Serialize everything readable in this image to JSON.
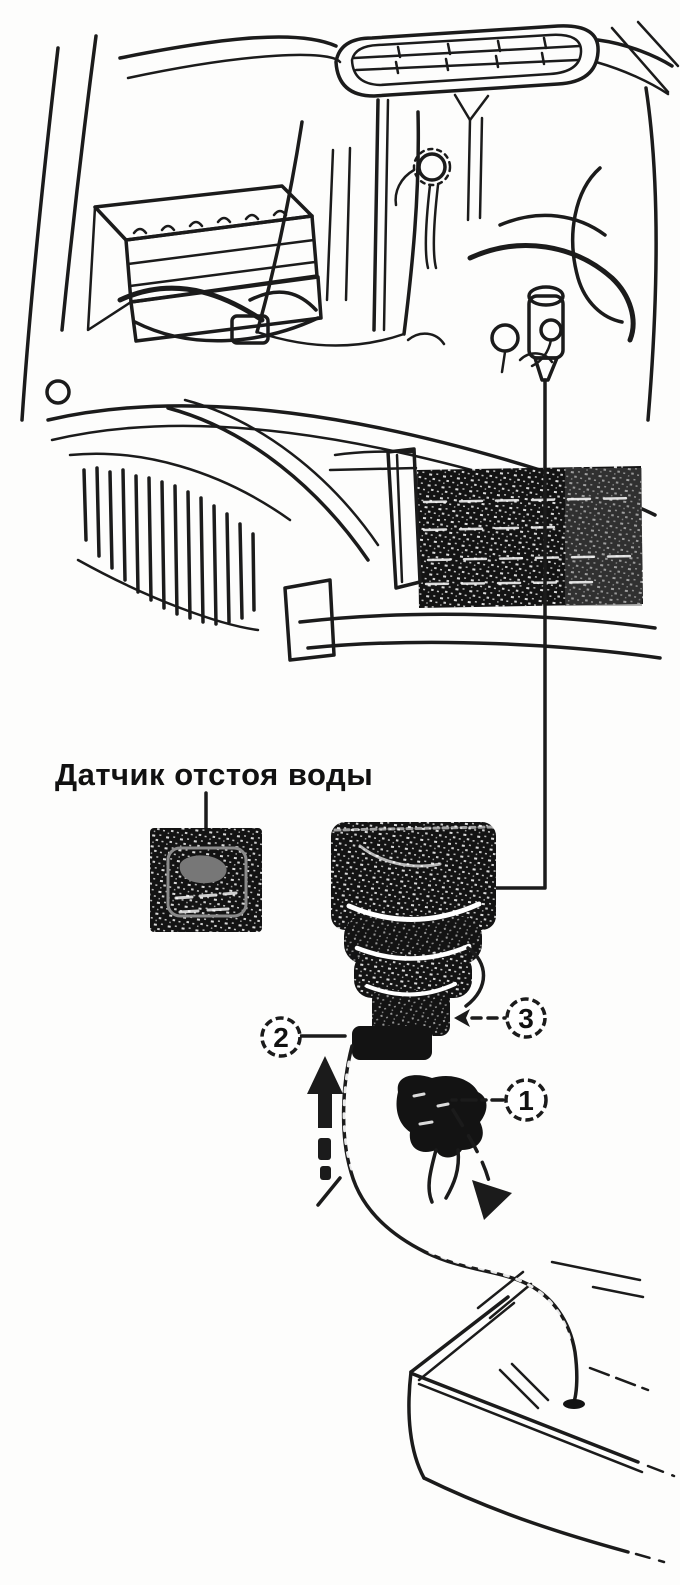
{
  "figure": {
    "type": "service-manual-illustration",
    "label": "Датчик отстоя воды",
    "callouts": {
      "c1": "1",
      "c2": "2",
      "c3": "3"
    },
    "colors": {
      "ink": "#1b1b1b",
      "paper": "#fdfdfc"
    },
    "icons": {
      "up_arrow_icon": "⬆",
      "curved_drain_arrow_icon": "↘"
    }
  }
}
